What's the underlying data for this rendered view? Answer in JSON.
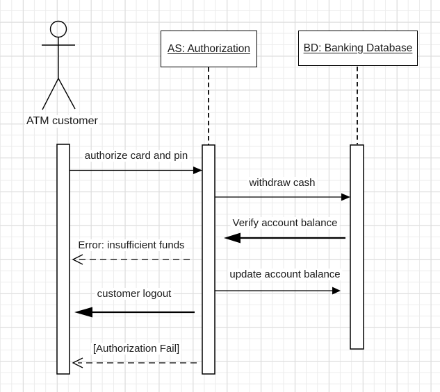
{
  "diagram": {
    "kind": "uml-sequence-diagram",
    "actor": {
      "name": "ATM customer"
    },
    "objects": [
      {
        "id": "AS",
        "name": "AS: Authorization"
      },
      {
        "id": "BD",
        "name": "BD: Banking Database"
      }
    ],
    "messages": [
      {
        "label": "authorize card and pin",
        "from": "ATM customer",
        "to": "AS: Authorization",
        "line": "solid",
        "arrowhead": "filled",
        "direction": "right"
      },
      {
        "label": "withdraw cash",
        "from": "AS: Authorization",
        "to": "BD: Banking Database",
        "line": "solid",
        "arrowhead": "filled",
        "direction": "right"
      },
      {
        "label": "Verify account balance",
        "from": "BD: Banking Database",
        "to": "AS: Authorization",
        "line": "solid-bold",
        "arrowhead": "filled-large",
        "direction": "left"
      },
      {
        "label": "Error: insufficient funds",
        "from": "AS: Authorization",
        "to": "ATM customer",
        "line": "dashed",
        "arrowhead": "open",
        "direction": "left"
      },
      {
        "label": "update account balance",
        "from": "AS: Authorization",
        "to": "BD: Banking Database",
        "line": "solid",
        "arrowhead": "filled",
        "direction": "right"
      },
      {
        "label": "customer logout",
        "from": "AS: Authorization",
        "to": "ATM customer",
        "line": "solid-bold",
        "arrowhead": "filled-large",
        "direction": "left"
      },
      {
        "label": "[Authorization Fail]",
        "from": "AS: Authorization",
        "to": "ATM customer",
        "line": "dashed",
        "arrowhead": "open",
        "direction": "left"
      }
    ],
    "colors": {
      "line": "#000000",
      "shape_fill": "#ffffff",
      "grid_minor": "#ececec",
      "grid_major": "#dcdcdc",
      "background": "#ffffff"
    }
  }
}
